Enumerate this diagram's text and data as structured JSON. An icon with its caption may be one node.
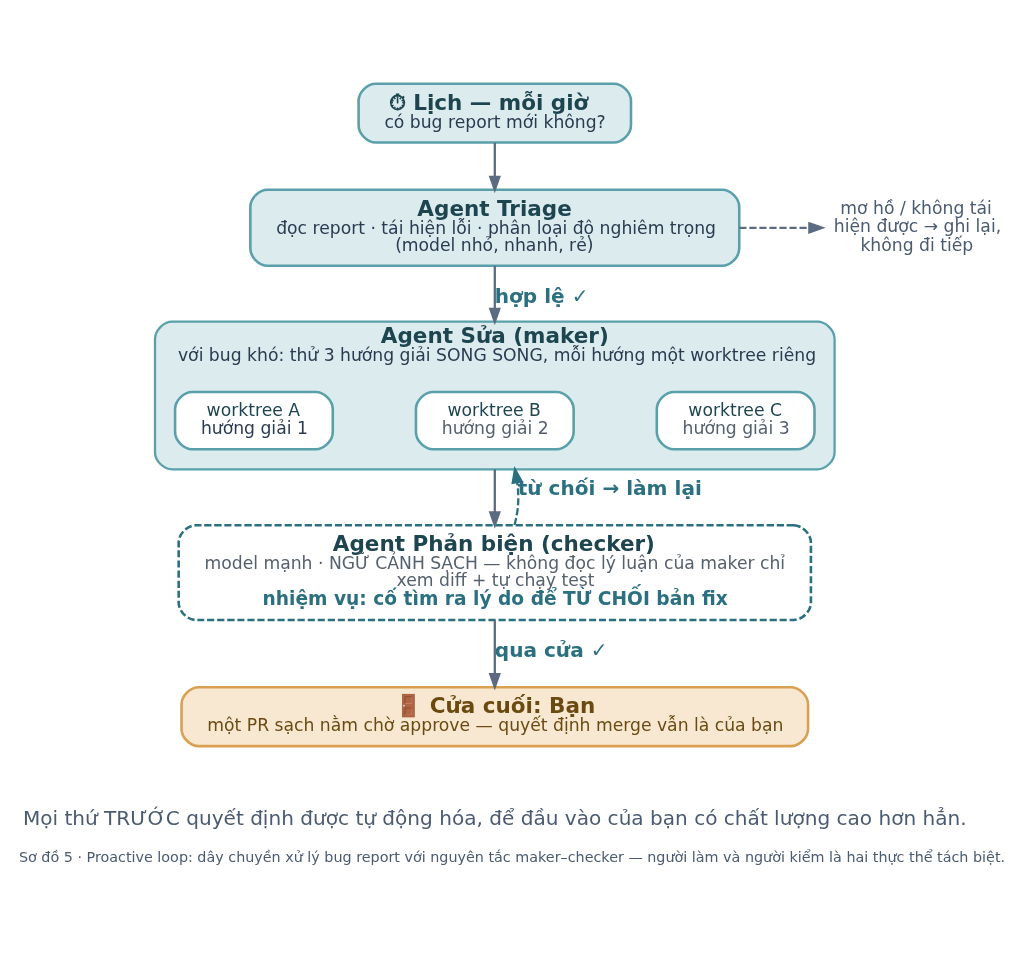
{
  "diagram": {
    "caption": "Sơ đồ 5 · Proactive loop: dây chuyền xử lý bug report với nguyên tắc maker–checker — người làm và người kiểm là hai thực thể tách biệt.",
    "nodes": [
      {
        "text": [
          "⏱ Lịch — mỗi giờ",
          "có bug report mới không?"
        ]
      },
      {
        "text": [
          "Agent Triage",
          "đọc report · tái hiện lỗi · phân loại độ nghiêm trọng (model nhỏ, nhanh, rẻ)"
        ]
      },
      {
        "text": [
          "mơ hồ / không tái hiện được → ghi lại, không đi tiếp"
        ]
      },
      {
        "text": [
          "Agent Sửa (maker)",
          "với bug khó: thử 3 hướng giải SONG SONG, mỗi hướng một worktree riêng"
        ]
      },
      {
        "text": [
          "worktree A",
          "hướng giải 1"
        ],
        "in": 3
      },
      {
        "text": [
          "worktree B",
          "hướng giải 2"
        ],
        "in": 3
      },
      {
        "text": [
          "worktree C",
          "hướng giải 3"
        ],
        "in": 3
      },
      {
        "text": [
          "Agent Phản biện (checker)",
          "model mạnh · NGỮ CẢNH SẠCH — không đọc lý luận của maker chỉ xem diff + tự chạy test",
          "nhiệm vụ: cố tìm ra lý do để TỪ CHỐI bản fix"
        ]
      },
      {
        "text": [
          "🚪 Cửa cuối: Bạn",
          "một PR sạch nằm chờ approve — quyết định merge vẫn là của bạn"
        ]
      }
    ],
    "edges": [
      {
        "from": 0,
        "to": 1,
        "arrow": "to"
      },
      {
        "from": 1,
        "to": 2,
        "arrow": "to",
        "style": "dashed"
      },
      {
        "from": 1,
        "to": 3,
        "arrow": "to",
        "label": "hợp lệ ✓"
      },
      {
        "from": 3,
        "to": 7,
        "arrow": "to"
      },
      {
        "from": 7,
        "to": 3,
        "arrow": "to",
        "style": "dashed",
        "color": "#2a7080",
        "label": "từ chối → làm lại"
      },
      {
        "from": 7,
        "to": 8,
        "arrow": "to",
        "label": "qua cửa ✓"
      }
    ],
    "labels": [
      "Mọi thứ TRƯỚC quyết định được tự động hóa, để đầu vào của bạn có chất lượng cao hơn hẳn."
    ]
  }
}
